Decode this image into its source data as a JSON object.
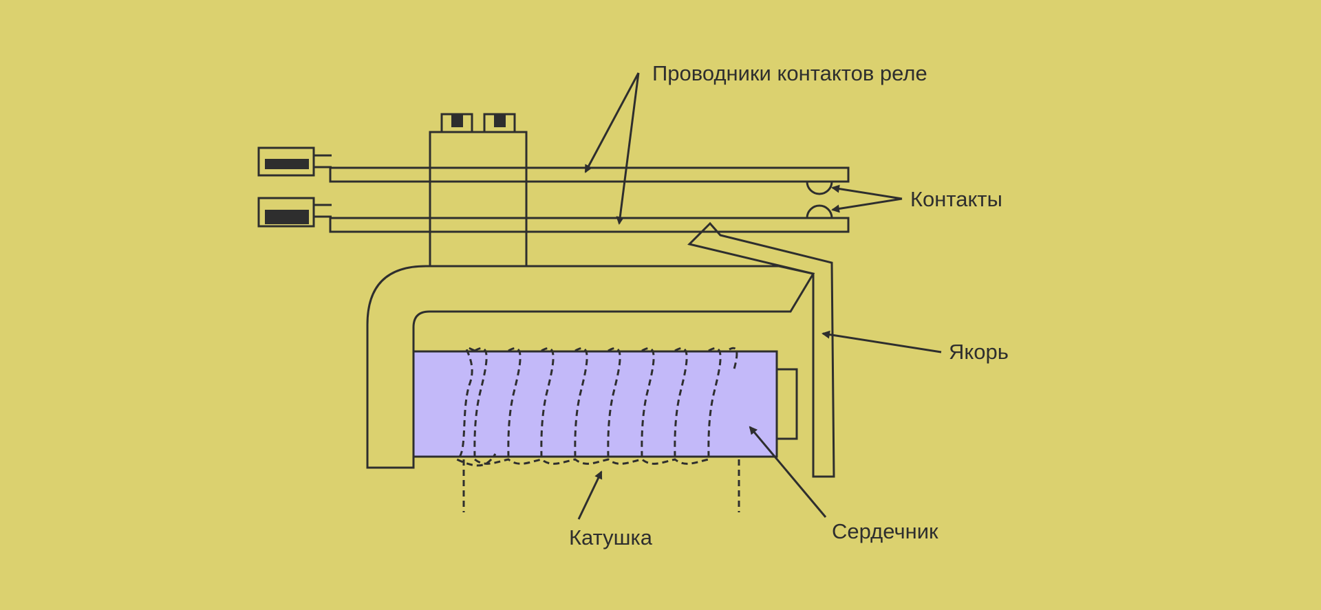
{
  "diagram": {
    "colors": {
      "background": "#dbd16f",
      "stroke": "#2e2e2e",
      "core_fill": "#c3b9f9"
    },
    "labels": {
      "conductors": "Проводники контактов реле",
      "contacts": "Контакты",
      "armature": "Якорь",
      "coil": "Катушка",
      "core": "Сердечник"
    }
  }
}
